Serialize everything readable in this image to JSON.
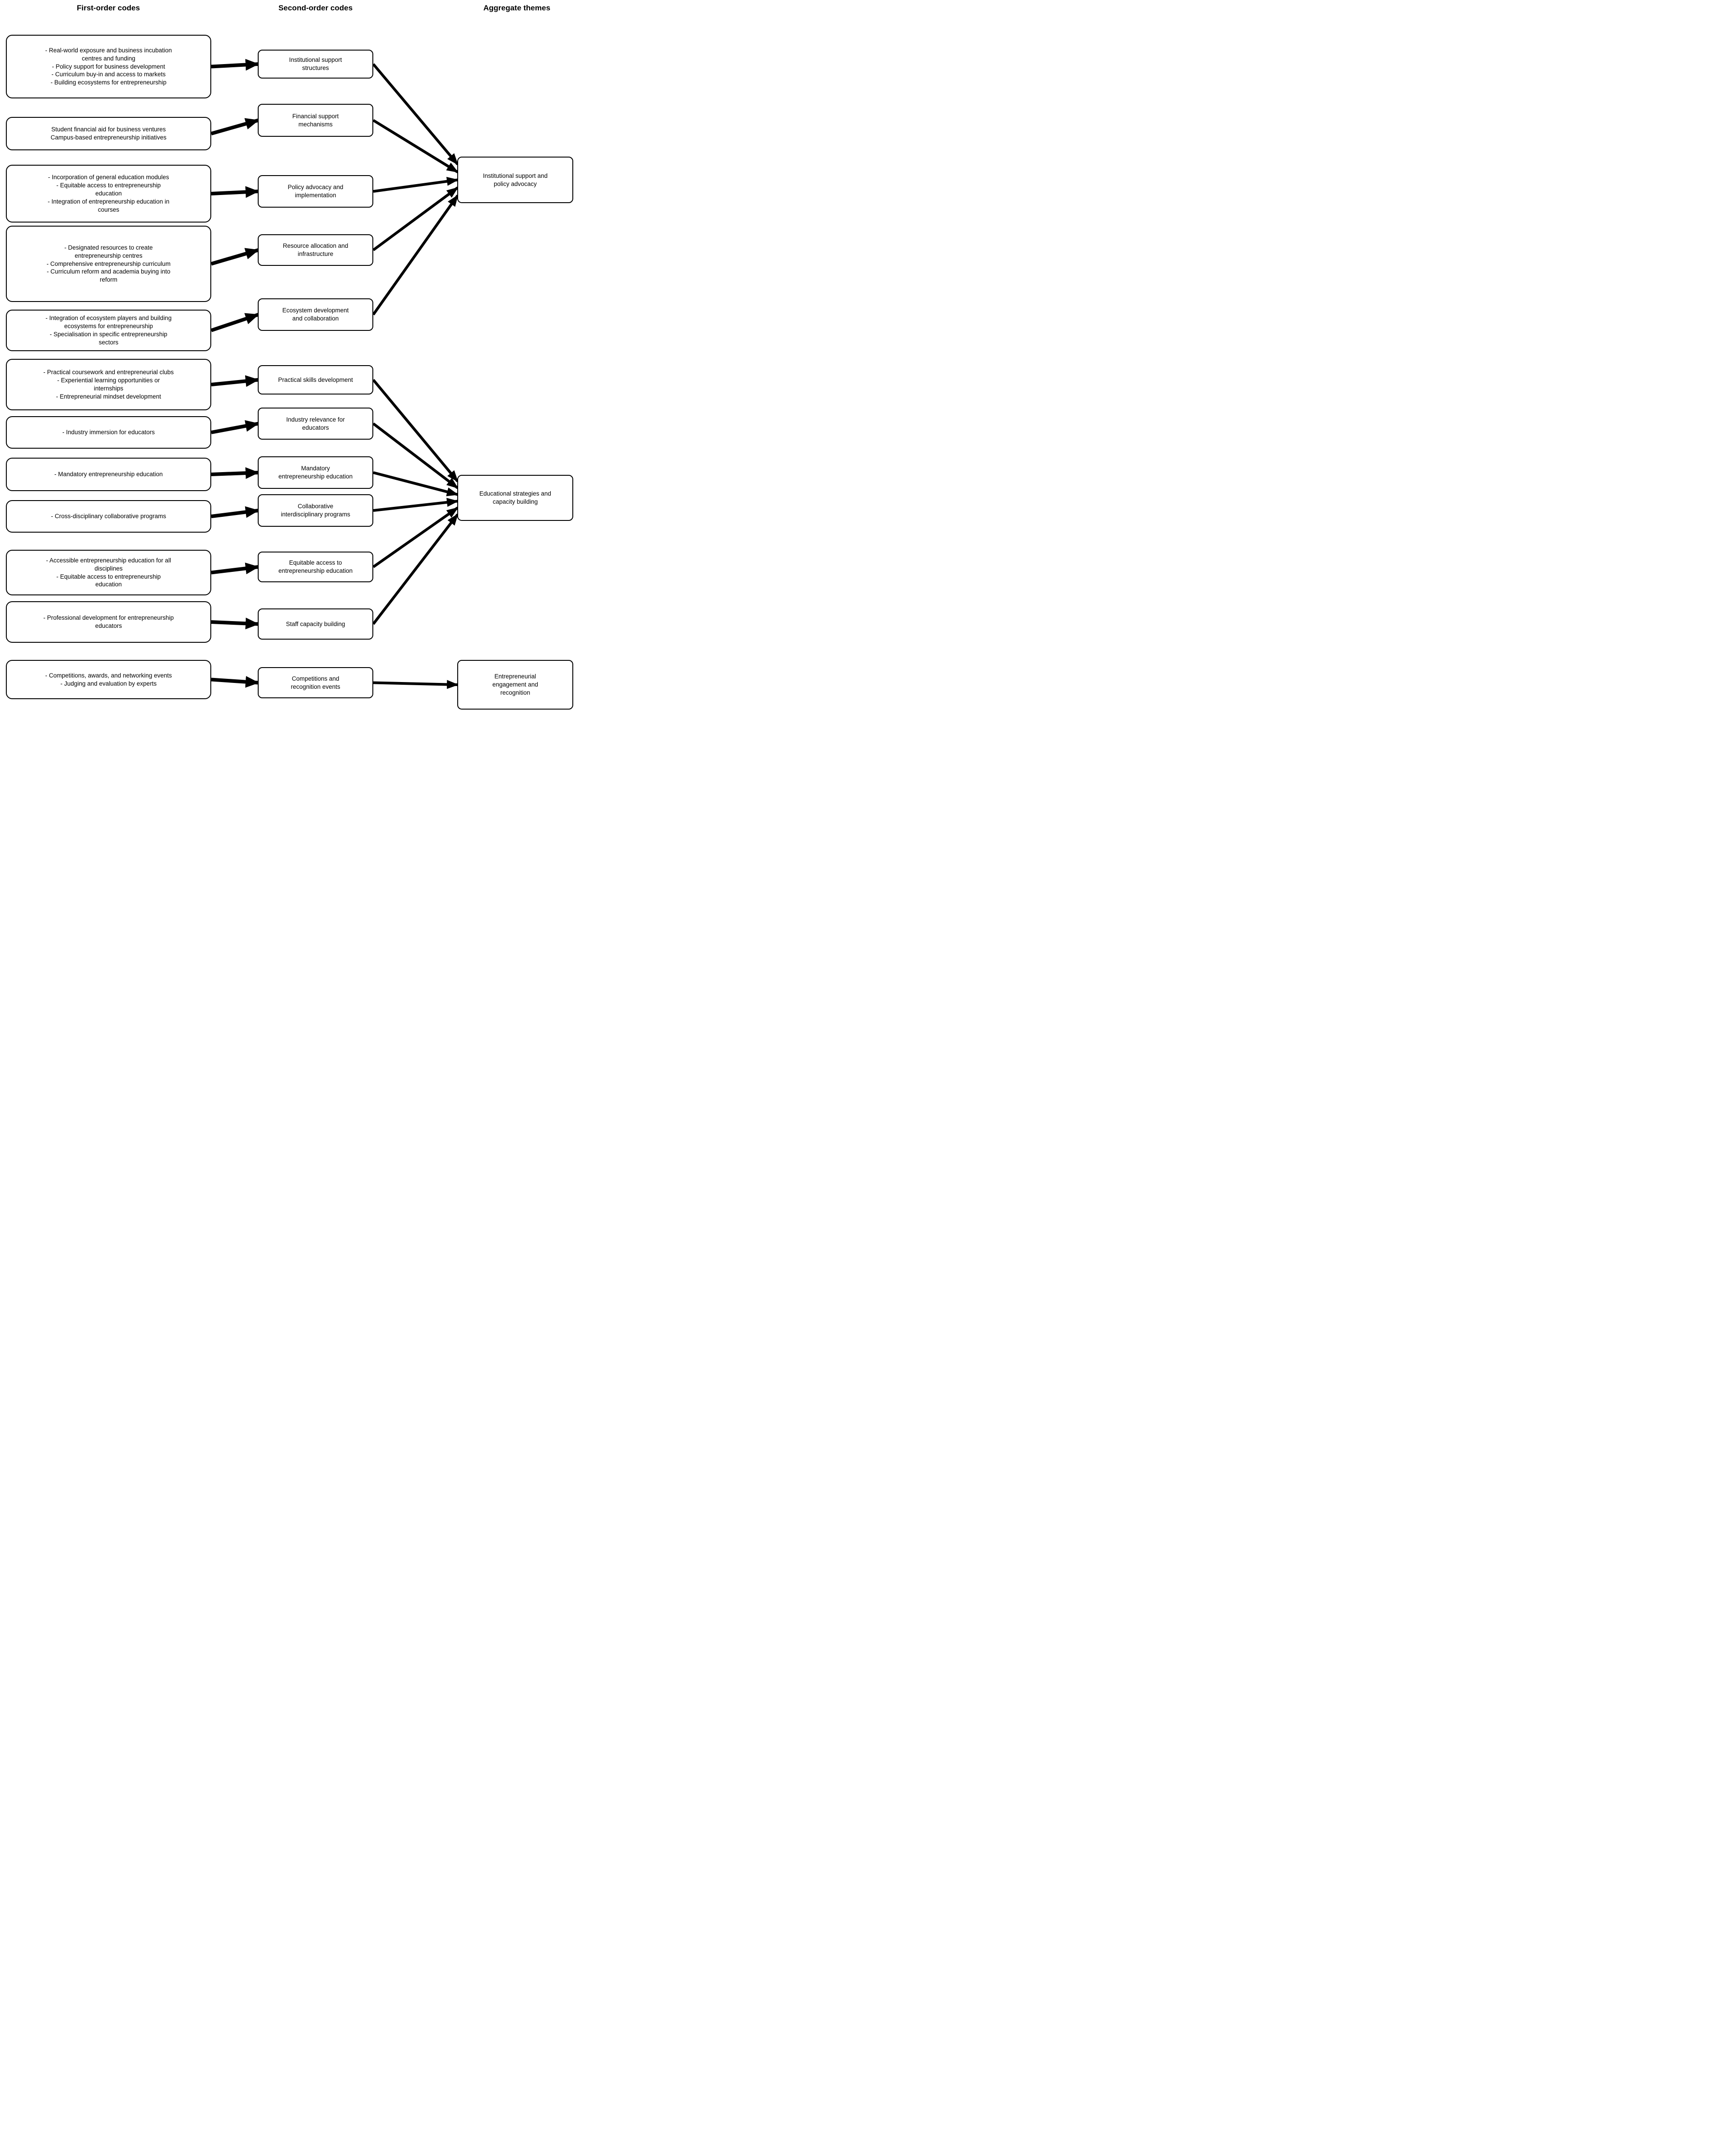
{
  "diagram": {
    "headers": [
      {
        "id": "h1",
        "label": "First-order codes"
      },
      {
        "id": "h2",
        "label": "Second-order codes"
      },
      {
        "id": "h3",
        "label": "Aggregate themes"
      }
    ],
    "first_order_codes": [
      {
        "id": "L1",
        "text": "- Real-world exposure and business incubation\ncentres and funding\n- Policy support for business development\n- Curriculum buy-in and access to markets\n- Building ecosystems for entrepreneurship"
      },
      {
        "id": "L2",
        "text": "Student financial aid for business ventures\nCampus-based entrepreneurship initiatives"
      },
      {
        "id": "L3",
        "text": "- Incorporation of general education modules\n- Equitable access to entrepreneurship\neducation\n- Integration of entrepreneurship education in\ncourses"
      },
      {
        "id": "L4",
        "text": "- Designated resources to create\nentrepreneurship centres\n- Comprehensive entrepreneurship curriculum\n- Curriculum reform and academia buying into\nreform"
      },
      {
        "id": "L5",
        "text": "- Integration of ecosystem players and building\necosystems for entrepreneurship\n- Specialisation in specific entrepreneurship\nsectors"
      },
      {
        "id": "L6",
        "text": "- Practical coursework and entrepreneurial clubs\n- Experiential learning opportunities or\ninternships\n- Entrepreneurial mindset development"
      },
      {
        "id": "L7",
        "text": "- Industry immersion for educators"
      },
      {
        "id": "L8",
        "text": "- Mandatory entrepreneurship education"
      },
      {
        "id": "L9",
        "text": "- Cross-disciplinary collaborative programs"
      },
      {
        "id": "L10",
        "text": "- Accessible entrepreneurship education for all\ndisciplines\n- Equitable access to entrepreneurship\neducation"
      },
      {
        "id": "L11",
        "text": "- Professional development for entrepreneurship\neducators"
      },
      {
        "id": "L12",
        "text": "- Competitions, awards, and networking events\n- Judging and evaluation by experts"
      }
    ],
    "second_order_codes": [
      {
        "id": "M1",
        "text": "Institutional support\nstructures"
      },
      {
        "id": "M2",
        "text": "Financial support\nmechanisms"
      },
      {
        "id": "M3",
        "text": "Policy advocacy and\nimplementation"
      },
      {
        "id": "M4",
        "text": "Resource allocation and\ninfrastructure"
      },
      {
        "id": "M5",
        "text": "Ecosystem development\nand collaboration"
      },
      {
        "id": "M6",
        "text": "Practical skills development"
      },
      {
        "id": "M7",
        "text": "Industry relevance for\neducators"
      },
      {
        "id": "M8",
        "text": "Mandatory\nentrepreneurship education"
      },
      {
        "id": "M9",
        "text": "Collaborative\ninterdisciplinary programs"
      },
      {
        "id": "M10",
        "text": "Equitable access to\nentrepreneurship education"
      },
      {
        "id": "M11",
        "text": "Staff capacity building"
      },
      {
        "id": "M12",
        "text": "Competitions and\nrecognition events"
      }
    ],
    "aggregate_themes": [
      {
        "id": "T1",
        "text": "Institutional support and\npolicy advocacy"
      },
      {
        "id": "T2",
        "text": "Educational strategies and\ncapacity building"
      },
      {
        "id": "T3",
        "text": "Entrepreneurial\nengagement and\nrecognition"
      }
    ],
    "connections": [
      {
        "from": "L1",
        "to": "M1"
      },
      {
        "from": "L2",
        "to": "M2"
      },
      {
        "from": "L3",
        "to": "M3"
      },
      {
        "from": "L4",
        "to": "M4"
      },
      {
        "from": "L5",
        "to": "M5"
      },
      {
        "from": "L6",
        "to": "M6"
      },
      {
        "from": "L7",
        "to": "M7"
      },
      {
        "from": "L8",
        "to": "M8"
      },
      {
        "from": "L9",
        "to": "M9"
      },
      {
        "from": "L10",
        "to": "M10"
      },
      {
        "from": "L11",
        "to": "M11"
      },
      {
        "from": "L12",
        "to": "M12"
      },
      {
        "from": "M1",
        "to": "T1"
      },
      {
        "from": "M2",
        "to": "T1"
      },
      {
        "from": "M3",
        "to": "T1"
      },
      {
        "from": "M4",
        "to": "T1"
      },
      {
        "from": "M5",
        "to": "T1"
      },
      {
        "from": "M6",
        "to": "T2"
      },
      {
        "from": "M7",
        "to": "T2"
      },
      {
        "from": "M8",
        "to": "T2"
      },
      {
        "from": "M9",
        "to": "T2"
      },
      {
        "from": "M10",
        "to": "T2"
      },
      {
        "from": "M11",
        "to": "T2"
      },
      {
        "from": "M12",
        "to": "T3"
      }
    ],
    "colors": {
      "background": "#ffffff",
      "box_fill": "#ffffff",
      "box_border": "#000000",
      "text": "#000000",
      "arrow": "#000000"
    }
  }
}
